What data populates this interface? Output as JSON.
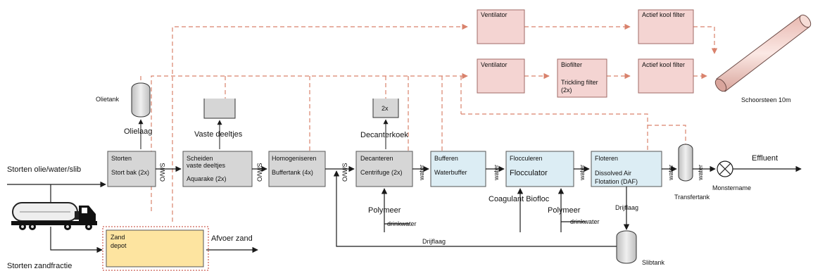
{
  "colors": {
    "gray_box": "#d6d6d6",
    "pink_box": "#f4d4d2",
    "blue_box": "#dcedf4",
    "yellow_box": "#fde4a0",
    "air_line": "#d9826c",
    "line": "#1a1a1a"
  },
  "inputs": {
    "oil_water_sludge": "Storten olie/water/slib",
    "sand_fraction": "Storten zandfractie",
    "truck_icon": "tanker-truck-icon"
  },
  "boxes": {
    "storten": {
      "title": "Storten",
      "sub": "Stort bak (2x)"
    },
    "scheiden": {
      "title1": "Scheiden",
      "title2": "vaste deeltjes",
      "sub": "Aquarake (2x)"
    },
    "homogeniseren": {
      "title": "Homogeniseren",
      "sub": "Buffertank (4x)"
    },
    "decanteren": {
      "title": "Decanteren",
      "sub": "Centrifuge (2x)"
    },
    "bufferen": {
      "title": "Bufferen",
      "sub": "Waterbuffer"
    },
    "flocculeren": {
      "title": "Flocculeren",
      "sub": "Flocculator"
    },
    "floteren": {
      "title": "Floteren",
      "sub1": "Dissolved Air",
      "sub2": "Flotation  (DAF)"
    },
    "zand": {
      "title1": "Zand",
      "title2": "depot"
    },
    "ventilator_top": {
      "title": "Ventilator"
    },
    "carbon_top": {
      "title": "Actief kool filter"
    },
    "ventilator_mid": {
      "title": "Ventilator"
    },
    "biofilter": {
      "title1": "Biofilter",
      "title2": "Trickling filter",
      "title3": "(2x)"
    },
    "carbon_mid": {
      "title": "Actief kool filter"
    }
  },
  "tanks": {
    "olietank": "Olietank",
    "decanter_count": "2x",
    "transfertank": "Transfertank",
    "slibtank": "Slibtank"
  },
  "labels": {
    "olielaag": "Olielaag",
    "vaste_deeltjes": "Vaste deeltjes",
    "decanterkoek": "Decanterkoek",
    "ows1": "O/W/S",
    "ows2": "O/W/S",
    "ows3": "O/W/S",
    "water1": "water",
    "water2": "water",
    "water3": "water",
    "water4": "water",
    "water5": "water",
    "polymeer1": "Polymeer",
    "drinkwater1": "drinkwater",
    "coagulant_biofloc": "Coagulant Biofloc",
    "polymeer2": "Polymeer",
    "drinkwater2": "drinkwater",
    "drijflaag1": "Drijflaag",
    "drijflaag2": "Drijflaag",
    "afvoer_zand": "Afvoer zand",
    "effluent": "Effluent",
    "monstername": "Monstername",
    "schoorsteen": "Schoorsteen 10m"
  }
}
